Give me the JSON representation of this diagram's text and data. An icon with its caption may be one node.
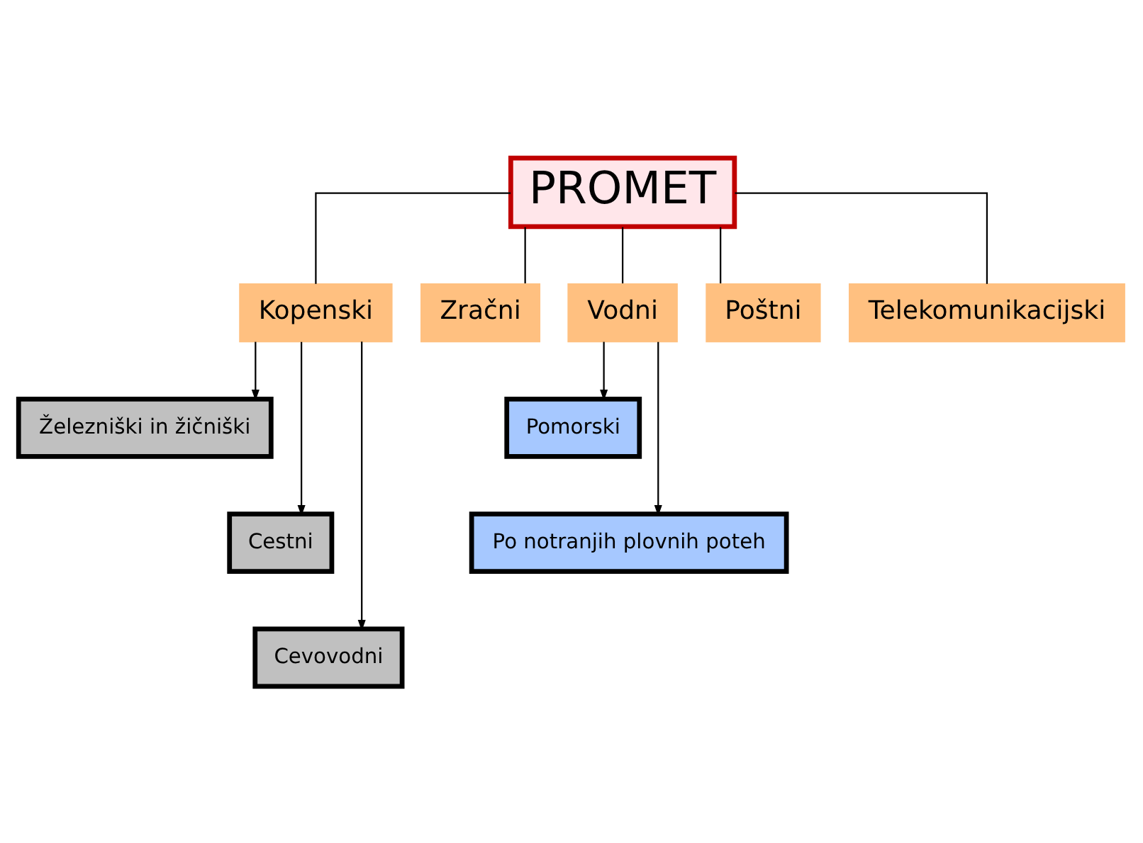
{
  "diagram": {
    "nodes": [
      {
        "text": [
          "PROMET"
        ]
      },
      {
        "text": [
          "Kopenski"
        ]
      },
      {
        "text": [
          "Zračni"
        ]
      },
      {
        "text": [
          "Vodni"
        ]
      },
      {
        "text": [
          "Poštni"
        ]
      },
      {
        "text": [
          "Telekomunikacijski"
        ]
      },
      {
        "text": [
          "Železniški in žičniški"
        ]
      },
      {
        "text": [
          "Cestni"
        ]
      },
      {
        "text": [
          "Cevovodni"
        ]
      },
      {
        "text": [
          "Pomorski"
        ]
      },
      {
        "text": [
          "Po notranjih plovnih poteh"
        ]
      }
    ],
    "edges": [
      {
        "from": 0,
        "to": 1,
        "arrow": "none"
      },
      {
        "from": 0,
        "to": 2,
        "arrow": "none"
      },
      {
        "from": 0,
        "to": 3,
        "arrow": "none"
      },
      {
        "from": 0,
        "to": 4,
        "arrow": "none"
      },
      {
        "from": 0,
        "to": 5,
        "arrow": "none"
      },
      {
        "from": 1,
        "to": 6,
        "arrow": "to"
      },
      {
        "from": 1,
        "to": 7,
        "arrow": "to"
      },
      {
        "from": 1,
        "to": 8,
        "arrow": "to"
      },
      {
        "from": 3,
        "to": 9,
        "arrow": "to"
      },
      {
        "from": 3,
        "to": 10,
        "arrow": "to"
      }
    ]
  }
}
